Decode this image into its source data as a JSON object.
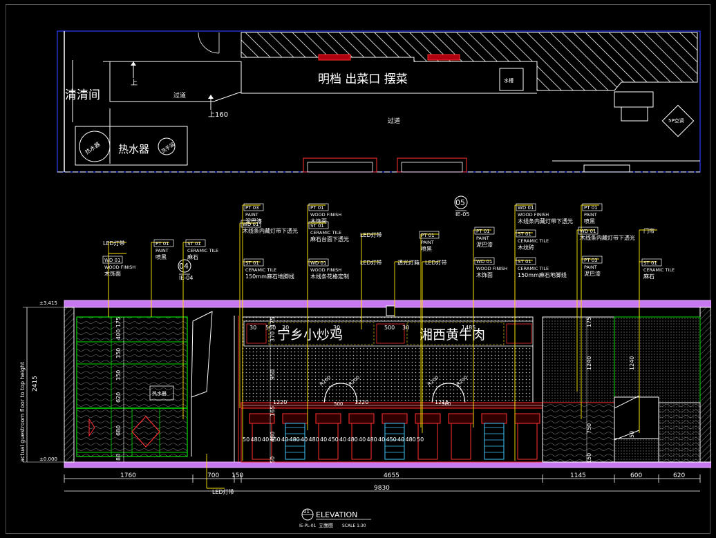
{
  "plan": {
    "rooms": {
      "cleaning_room": "清清间",
      "counter": "明档 出菜口 摆菜",
      "corridor_a": "过道",
      "corridor_b": "过道",
      "water_heater": "热水器",
      "sink_label": "水槽",
      "ac_label": "5P空调",
      "round_left": "热水器",
      "round_right": "洗手盆"
    },
    "level_up": "上",
    "level_160": "上160"
  },
  "elevation": {
    "sign_left": "宁乡小炒鸡",
    "sign_right": "湘西黄牛肉",
    "side_height_label": "actual guestroom floor to top height",
    "side_height_value": "2415",
    "side_top_mark": "±3.415",
    "side_bottom_mark": "±0.000",
    "callout_04": "04",
    "callout_04_sub": "IE-04",
    "callout_05": "05",
    "callout_05_sub": "IE-05",
    "small_box_label": "热水器",
    "title_mark": "01",
    "title_sub": "IE-PL-01",
    "title": "ELEVATION",
    "title_cn": "立面图",
    "scale": "SCALE 1:30"
  },
  "annotations": [
    {
      "code": "LED灯带"
    },
    {
      "code": "WD 01",
      "en": "WOOD FINISH",
      "cn": "木饰面"
    },
    {
      "code": "PT 01",
      "en": "PAINT",
      "cn": "喷黑"
    },
    {
      "code": "ST 01",
      "en": "CERAMIC TILE",
      "cn": "麻石"
    },
    {
      "code": "PT 03",
      "en": "PAINT",
      "cn": "泥巴漆"
    },
    {
      "code": "WD 01",
      "en": "",
      "cn": "木线条内藏灯带下透光"
    },
    {
      "code": "ST 01",
      "en": "CERAMIC TILE",
      "cn": "150mm麻石地脚线"
    },
    {
      "code": "PT 01",
      "en": "WOOD FINISH",
      "cn": "木饰面"
    },
    {
      "code": "ST 01",
      "en": "CERAMIC TILE",
      "cn": "麻石台面下透光"
    },
    {
      "code": "WD 01",
      "en": "WOOD FINISH",
      "cn": "木线条花格定制"
    },
    {
      "code": "LED灯带"
    },
    {
      "code": "LED灯带"
    },
    {
      "code": "透光灯箱"
    },
    {
      "code": "LED灯带"
    },
    {
      "code": "PT 01",
      "en": "PAINT",
      "cn": "喷黑"
    },
    {
      "code": "PT 01",
      "en": "PAINT",
      "cn": "泥巴漆"
    },
    {
      "code": "WD 01",
      "en": "WOOD FINISH",
      "cn": "木饰面"
    },
    {
      "code": "WD 01",
      "en": "WOOD FINISH",
      "cn": "木线条内藏灯带下透光"
    },
    {
      "code": "ST 01",
      "en": "CERAMIC TILE",
      "cn": "木纹砖"
    },
    {
      "code": "ST 01",
      "en": "CERAMIC TILE",
      "cn": "150mm麻石地脚线"
    },
    {
      "code": "PT 01",
      "en": "PAINT",
      "cn": "喷黑"
    },
    {
      "code": "WD 01",
      "en": "",
      "cn": "木线条内藏灯带下透光"
    },
    {
      "code": "PT 03",
      "en": "PAINT",
      "cn": "泥巴漆"
    },
    {
      "code": "门帘"
    },
    {
      "code": "ST 01",
      "en": "CERAMIC TILE",
      "cn": "麻石"
    },
    {
      "code": "LED灯带"
    }
  ],
  "dimensions": {
    "bottom_row1": [
      "1760",
      "700",
      "150",
      "4655",
      "1145",
      "600",
      "620"
    ],
    "bottom_total": "9830",
    "left_vertical": [
      "175",
      "400",
      "350",
      "350",
      "620",
      "680",
      "80"
    ],
    "inner_widths": [
      "30",
      "500",
      "30",
      "30",
      "500",
      "30",
      "1485"
    ],
    "mid_widths": [
      "1220",
      "1220",
      "1215"
    ],
    "stools": [
      "50",
      "480",
      "40",
      "450",
      "40",
      "480",
      "40",
      "480",
      "40",
      "450",
      "40",
      "480",
      "40",
      "480",
      "40",
      "450",
      "40",
      "480",
      "50"
    ],
    "center_vertical": [
      "175",
      "370",
      "950",
      "165",
      "480",
      "50"
    ],
    "right_vertical": [
      "175",
      "1240",
      "750",
      "150"
    ],
    "far_right_vertical": [
      "1240",
      "50"
    ],
    "radius": [
      "R200",
      "R200",
      "R200",
      "R200"
    ],
    "stool_height": "500"
  },
  "colors": {
    "background": "#000000",
    "wall": "#ffffff",
    "ceiling": "#d08cff",
    "leader": "#ffe600",
    "green": "#00e000",
    "red": "#ff2020",
    "cyan": "#40c8ff",
    "blue": "#2050ff"
  }
}
